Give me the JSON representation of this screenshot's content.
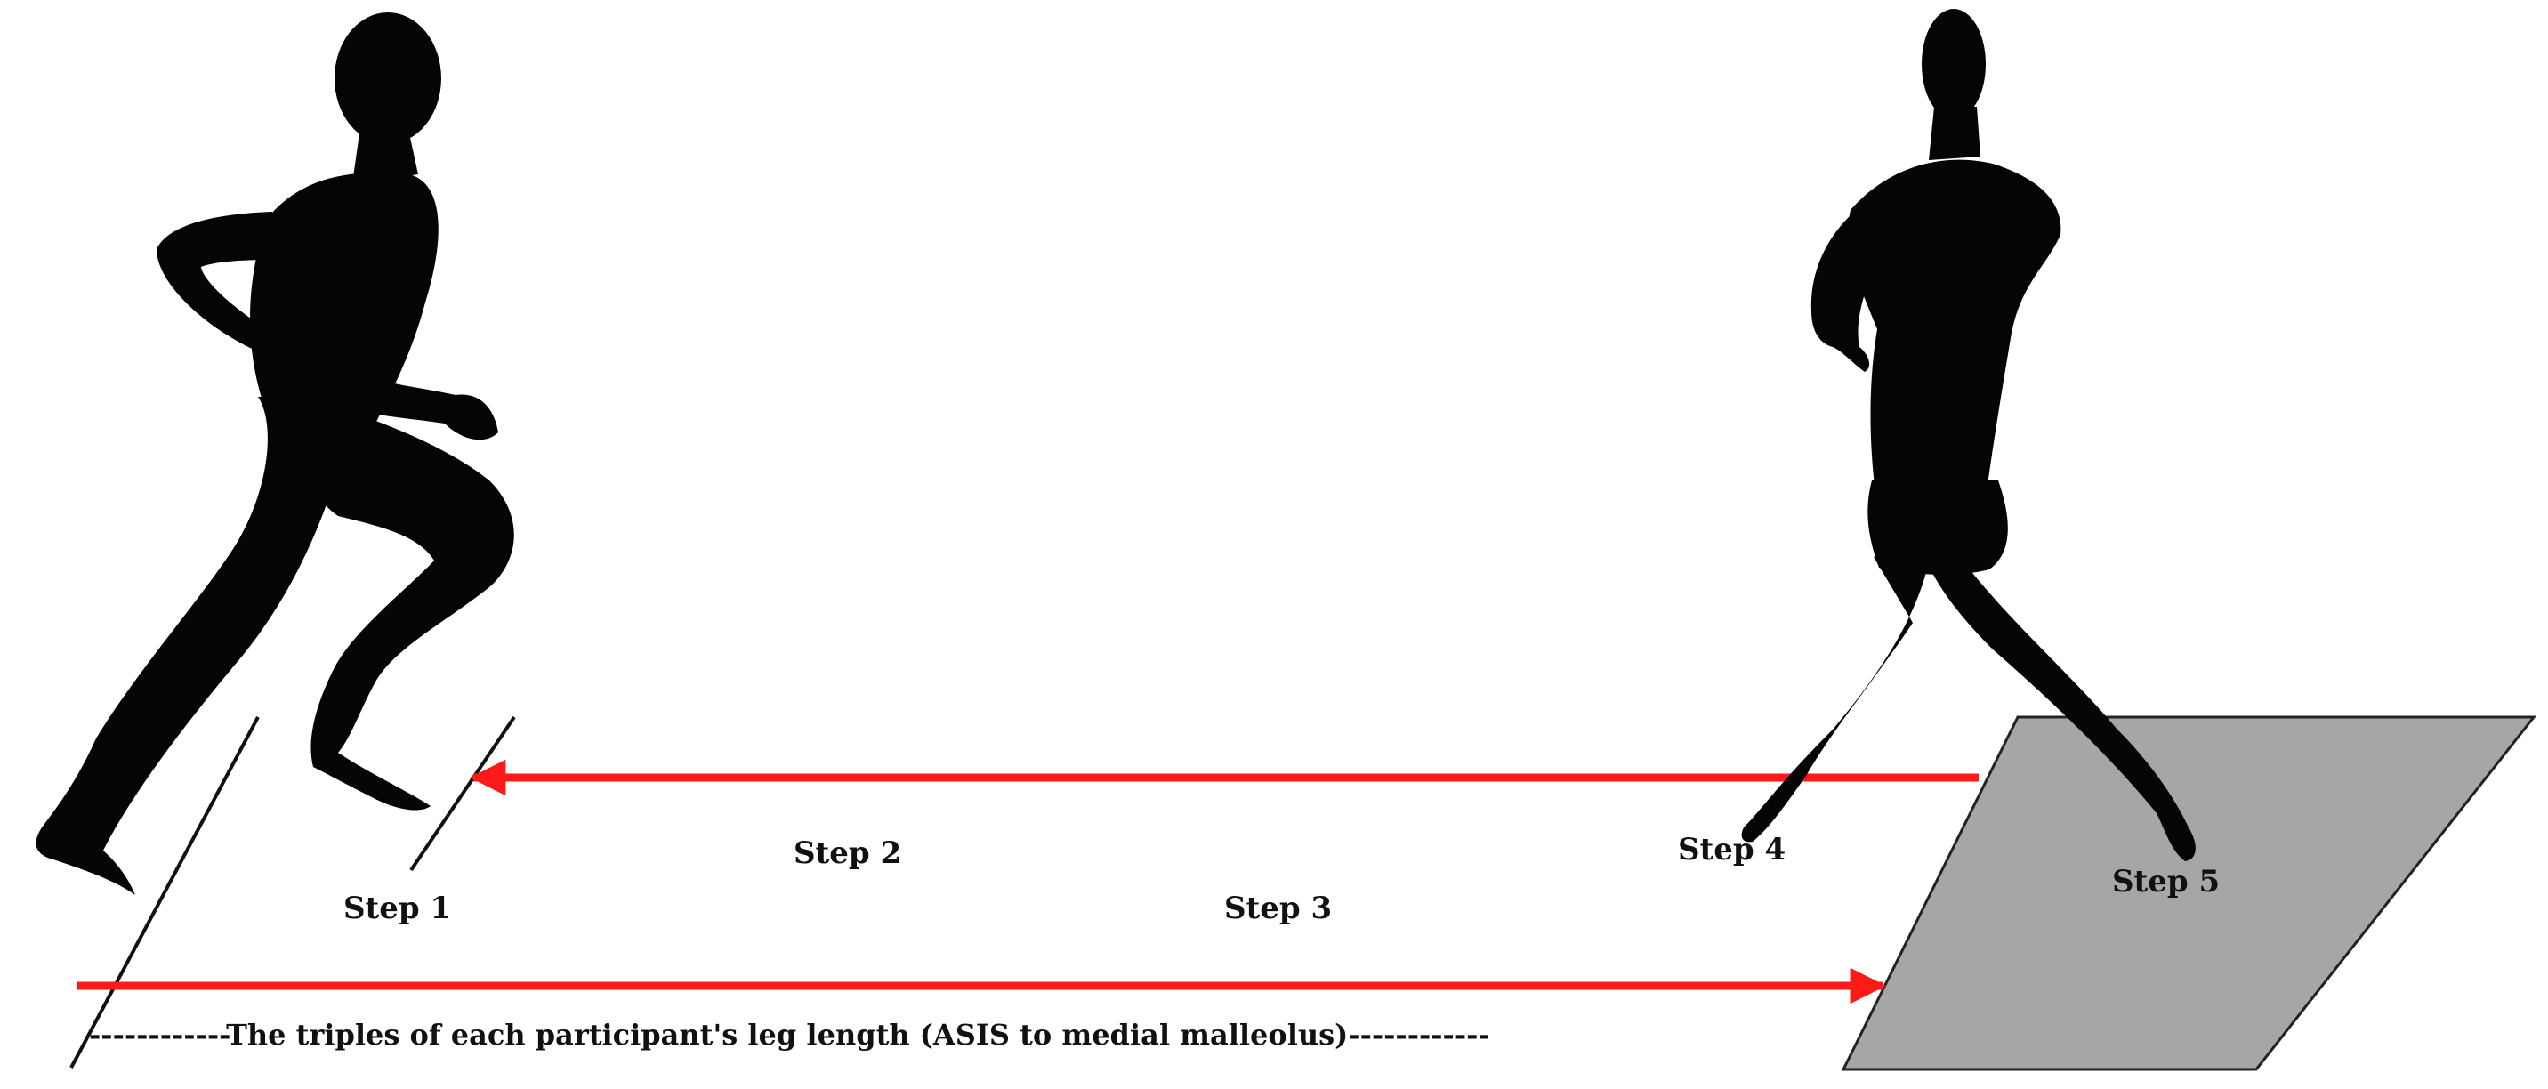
{
  "labels": {
    "step1": "Step 1",
    "step2": "Step 2",
    "step3": "Step 3",
    "step4": "Step 4",
    "step5": "Step 5",
    "caption": "------------The triples of each participant's leg length (ASIS to medial malleolus)------------"
  },
  "colors": {
    "arrow": "#ff1a1a",
    "silhouette": "#050505",
    "pad_fill": "#a6a6a6",
    "pad_stroke": "#222222",
    "line": "#111111"
  },
  "icons": {
    "left_figure": "running-person-icon",
    "right_figure": "landing-person-icon",
    "landing_area": "landing-pad"
  }
}
